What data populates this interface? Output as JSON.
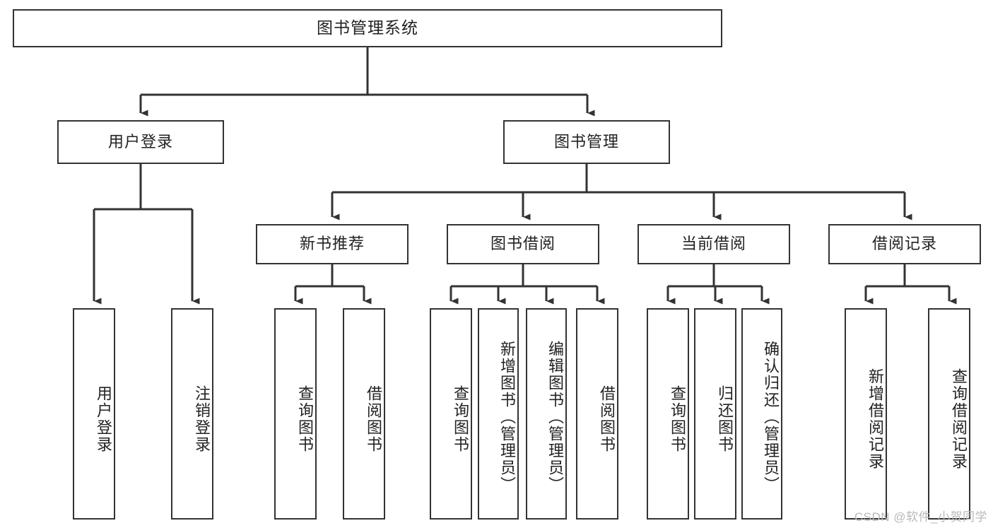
{
  "diagram": {
    "type": "tree-hierarchy",
    "root": {
      "id": "root",
      "label": "图书管理系统"
    },
    "level2": [
      {
        "id": "user-login",
        "label": "用户登录"
      },
      {
        "id": "book-management",
        "label": "图书管理"
      }
    ],
    "level3": [
      {
        "id": "new-book-recommend",
        "label": "新书推荐",
        "parent": "book-management"
      },
      {
        "id": "book-borrow",
        "label": "图书借阅",
        "parent": "book-management"
      },
      {
        "id": "current-borrow",
        "label": "当前借阅",
        "parent": "book-management"
      },
      {
        "id": "borrow-record",
        "label": "借阅记录",
        "parent": "book-management"
      }
    ],
    "leaves": {
      "user-login": [
        {
          "id": "leaf-user-login",
          "label": "用户登录"
        },
        {
          "id": "leaf-logout-login",
          "label": "注销登录"
        }
      ],
      "new-book-recommend": [
        {
          "id": "leaf-query-book-1",
          "label": "查询图书"
        },
        {
          "id": "leaf-borrow-book-1",
          "label": "借阅图书"
        }
      ],
      "book-borrow": [
        {
          "id": "leaf-query-book-2",
          "label": "查询图书"
        },
        {
          "id": "leaf-add-book-admin",
          "label": "新增图书（管理员）"
        },
        {
          "id": "leaf-edit-book-admin",
          "label": "编辑图书（管理员）"
        },
        {
          "id": "leaf-borrow-book-2",
          "label": "借阅图书"
        }
      ],
      "current-borrow": [
        {
          "id": "leaf-query-book-3",
          "label": "查询图书"
        },
        {
          "id": "leaf-return-book",
          "label": "归还图书"
        },
        {
          "id": "leaf-confirm-return-admin",
          "label": "确认归还（管理员）"
        }
      ],
      "borrow-record": [
        {
          "id": "leaf-add-borrow-record",
          "label": "新增借阅记录"
        },
        {
          "id": "leaf-query-borrow-record",
          "label": "查询借阅记录"
        }
      ]
    }
  },
  "watermark": {
    "text": "CSDN @软件_小贺同学"
  },
  "colors": {
    "box_border": "#333333",
    "box_fill": "#ffffff",
    "connector": "#333333",
    "text": "#222222",
    "watermark": "#b9b9b9"
  }
}
